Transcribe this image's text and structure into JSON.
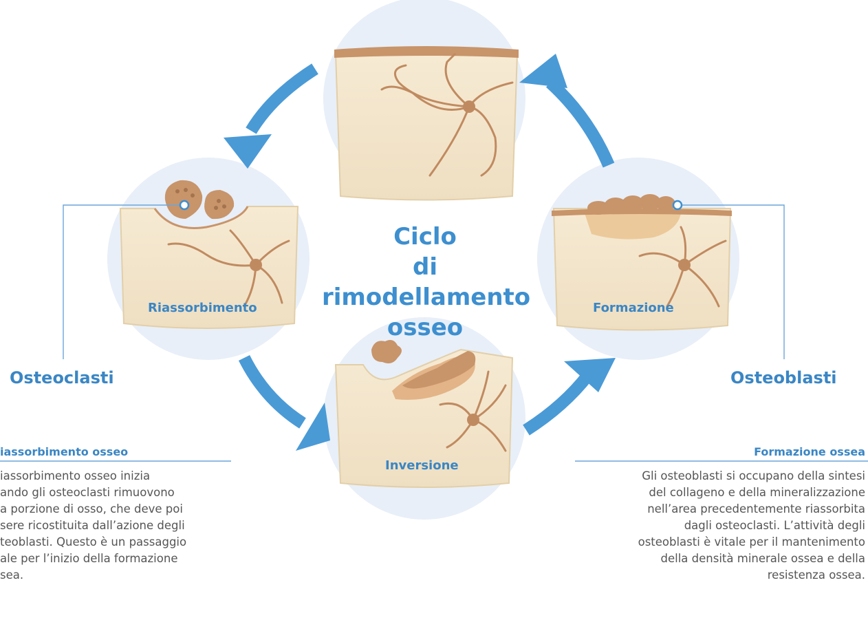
{
  "title_lines": [
    "Ciclo",
    "di rimodellamento",
    "osseo"
  ],
  "stages": {
    "top": "",
    "left": "Riassorbimento",
    "bottom": "Inversione",
    "right": "Formazione"
  },
  "cells": {
    "left": "Osteoclasti",
    "right": "Osteoblasti"
  },
  "left_panel": {
    "heading": "iassorbimento osseo",
    "lines": [
      "iassorbimento osseo inizia",
      "ando gli osteoclasti rimuovono",
      "a porzione di osso, che deve poi",
      "sere ricostituita dall’azione degli",
      "teoblasti. Questo è un passaggio",
      "ale per l’inizio della formazione",
      "sea."
    ]
  },
  "right_panel": {
    "heading": "Formazione ossea",
    "lines": [
      "Gli osteoblasti si occupano della sintesi",
      "del collageno e della mineralizzazione",
      "nell’area precedentemente riassorbita",
      "dagli osteoclasti. L’attività degli",
      "osteoblasti è vitale per il mantenimento",
      "della densità minerale ossea e della",
      "resistenza ossea."
    ]
  },
  "colors": {
    "accent": "#3d8fcf",
    "arrow": "#4a9ad6",
    "circle": "#e6eef8",
    "bone": "#f3e6cd",
    "bone_edge": "#e6d2ae",
    "osteo": "#c8946a",
    "text": "#555555"
  }
}
